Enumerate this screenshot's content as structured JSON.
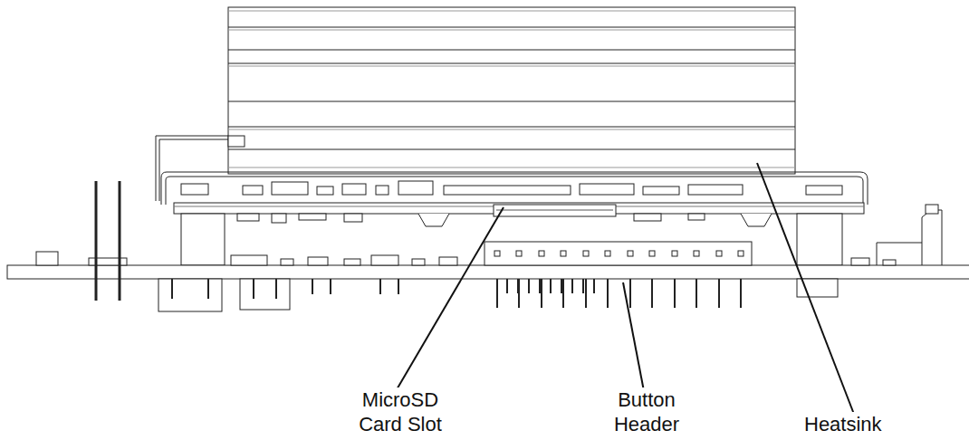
{
  "diagram": {
    "labels": [
      "MicroSD Card Slot",
      "Button Header",
      "Heatsink"
    ]
  }
}
